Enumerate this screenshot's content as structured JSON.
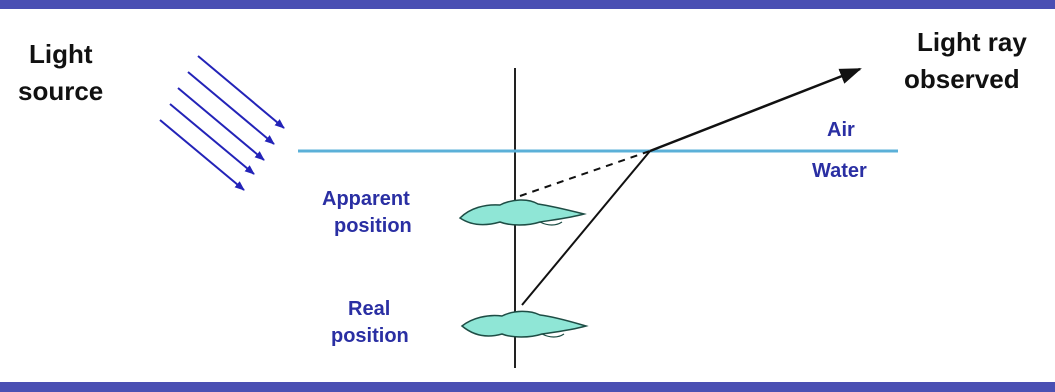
{
  "diagram": {
    "light_source_label": [
      "Light",
      "source"
    ],
    "observed_label": [
      "Light ray",
      "observed"
    ],
    "air_label": "Air",
    "water_label": "Water",
    "apparent_label": [
      "Apparent",
      "position"
    ],
    "real_label": [
      "Real",
      "position"
    ]
  },
  "colors": {
    "frame": "#4a4fb3",
    "water_surface": "#5bb0d8",
    "label_blue": "#2a2fa3",
    "incoming_rays": "#2323b8",
    "fish_fill": "#8fe6d6"
  }
}
